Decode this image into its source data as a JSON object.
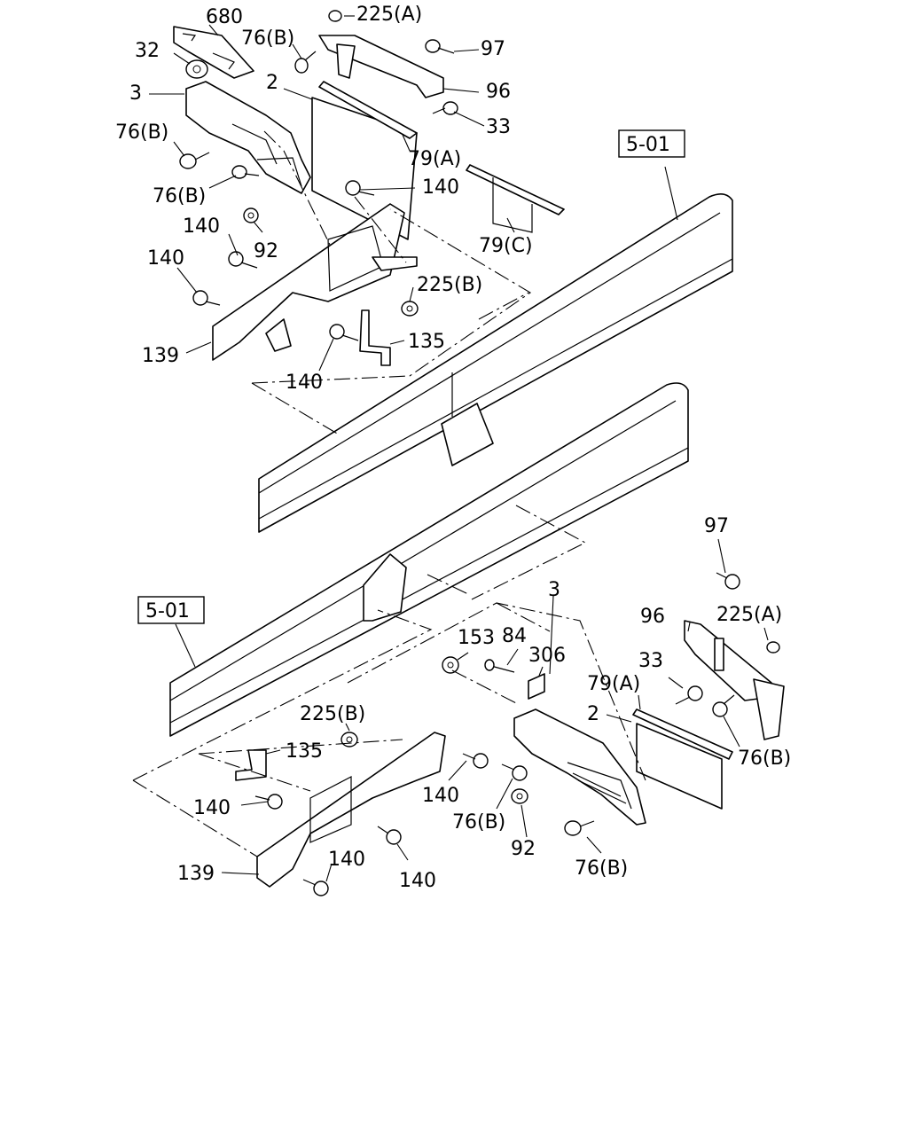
{
  "diagram": {
    "references": [
      {
        "id": "ref-top",
        "text": "5-01"
      },
      {
        "id": "ref-bottom",
        "text": "5-01"
      }
    ],
    "labels": [
      {
        "id": "t680",
        "text": "680"
      },
      {
        "id": "t225a",
        "text": "225(A)"
      },
      {
        "id": "t32",
        "text": "32"
      },
      {
        "id": "t76b_1",
        "text": "76(B)"
      },
      {
        "id": "t97",
        "text": "97"
      },
      {
        "id": "t3",
        "text": "3"
      },
      {
        "id": "t2",
        "text": "2"
      },
      {
        "id": "t96",
        "text": "96"
      },
      {
        "id": "t33",
        "text": "33"
      },
      {
        "id": "t76b_2",
        "text": "76(B)"
      },
      {
        "id": "t79a",
        "text": "79(A)"
      },
      {
        "id": "t76b_3",
        "text": "76(B)"
      },
      {
        "id": "t140_1",
        "text": "140"
      },
      {
        "id": "t140_2",
        "text": "140"
      },
      {
        "id": "t92",
        "text": "92"
      },
      {
        "id": "t79c",
        "text": "79(C)"
      },
      {
        "id": "t140_3",
        "text": "140"
      },
      {
        "id": "t225b",
        "text": "225(B)"
      },
      {
        "id": "t135",
        "text": "135"
      },
      {
        "id": "t139",
        "text": "139"
      },
      {
        "id": "t140_4",
        "text": "140"
      },
      {
        "id": "b97",
        "text": "97"
      },
      {
        "id": "b3",
        "text": "3"
      },
      {
        "id": "b96",
        "text": "96"
      },
      {
        "id": "b225a",
        "text": "225(A)"
      },
      {
        "id": "b153",
        "text": "153"
      },
      {
        "id": "b84",
        "text": "84"
      },
      {
        "id": "b306",
        "text": "306"
      },
      {
        "id": "b33",
        "text": "33"
      },
      {
        "id": "b79a",
        "text": "79(A)"
      },
      {
        "id": "b2",
        "text": "2"
      },
      {
        "id": "b225b",
        "text": "225(B)"
      },
      {
        "id": "b76b_1",
        "text": "76(B)"
      },
      {
        "id": "b135",
        "text": "135"
      },
      {
        "id": "b140_1",
        "text": "140"
      },
      {
        "id": "b76b_2",
        "text": "76(B)"
      },
      {
        "id": "b140_2",
        "text": "140"
      },
      {
        "id": "b92",
        "text": "92"
      },
      {
        "id": "b76b_3",
        "text": "76(B)"
      },
      {
        "id": "b139",
        "text": "139"
      },
      {
        "id": "b140_3",
        "text": "140"
      },
      {
        "id": "b140_4",
        "text": "140"
      }
    ]
  }
}
